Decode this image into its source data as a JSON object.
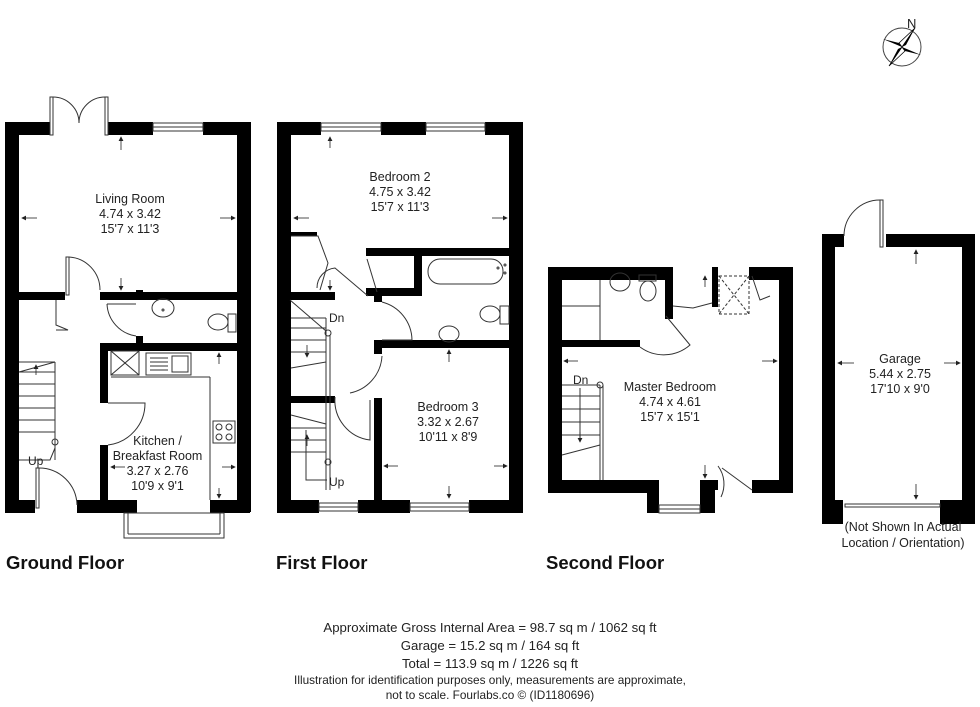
{
  "compass": {
    "label": "N"
  },
  "floors": [
    {
      "title": "Ground Floor",
      "rooms": [
        {
          "name": "Living Room",
          "metric": "4.74 x 3.42",
          "imperial": "15'7 x 11'3"
        },
        {
          "name_line1": "Kitchen /",
          "name_line2": "Breakfast Room",
          "metric": "3.27 x 2.76",
          "imperial": "10'9 x 9'1"
        }
      ],
      "stairs_label": "Up"
    },
    {
      "title": "First Floor",
      "rooms": [
        {
          "name": "Bedroom 2",
          "metric": "4.75 x 3.42",
          "imperial": "15'7 x 11'3"
        },
        {
          "name": "Bedroom 3",
          "metric": "3.32 x 2.67",
          "imperial": "10'11 x 8'9"
        }
      ],
      "stairs_down_label": "Dn",
      "stairs_up_label": "Up"
    },
    {
      "title": "Second Floor",
      "rooms": [
        {
          "name": "Master Bedroom",
          "metric": "4.74 x 4.61",
          "imperial": "15'7 x 15'1"
        }
      ],
      "stairs_label": "Dn"
    },
    {
      "title": "",
      "rooms": [
        {
          "name": "Garage",
          "metric": "5.44 x 2.75",
          "imperial": "17'10 x 9'0"
        }
      ],
      "note_line1": "(Not Shown In Actual",
      "note_line2": "Location / Orientation)"
    }
  ],
  "footer": {
    "gross_area": "Approximate Gross Internal Area = 98.7 sq m / 1062 sq ft",
    "garage_area": "Garage = 15.2 sq m / 164 sq ft",
    "total_area": "Total = 113.9 sq m / 1226 sq ft",
    "disclaimer_line1": "Illustration for identification purposes only, measurements are approximate,",
    "disclaimer_line2": "not to scale. Fourlabs.co © (ID1180696)"
  },
  "colors": {
    "wall": "#000000",
    "fixture": "#555555",
    "background": "#ffffff"
  }
}
